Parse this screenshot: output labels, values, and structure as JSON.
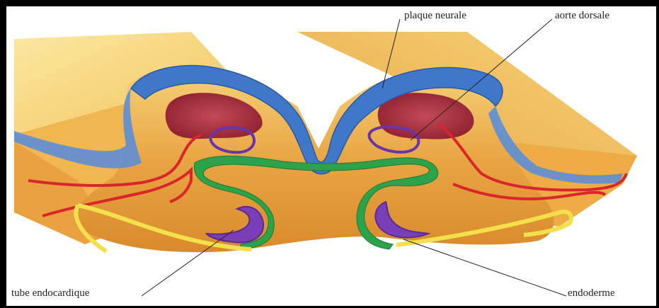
{
  "labels": {
    "plaque_neurale": "plaque neurale",
    "aorte_dorsale": "aorte dorsale",
    "tube_endocardique": "tube endocardique",
    "endoderme": "endoderme"
  },
  "colors": {
    "ectoderm_blue": "#3f78c8",
    "endoderm_green": "#2ca24a",
    "aorta_purple": "#6a35a8",
    "vessel_red": "#d9262a",
    "mesoderm_yellow": "#f0c860",
    "mesoderm_orange": "#e49a36",
    "somite_red": "#a52a3a",
    "yolk_yellow": "#f3e04a"
  }
}
